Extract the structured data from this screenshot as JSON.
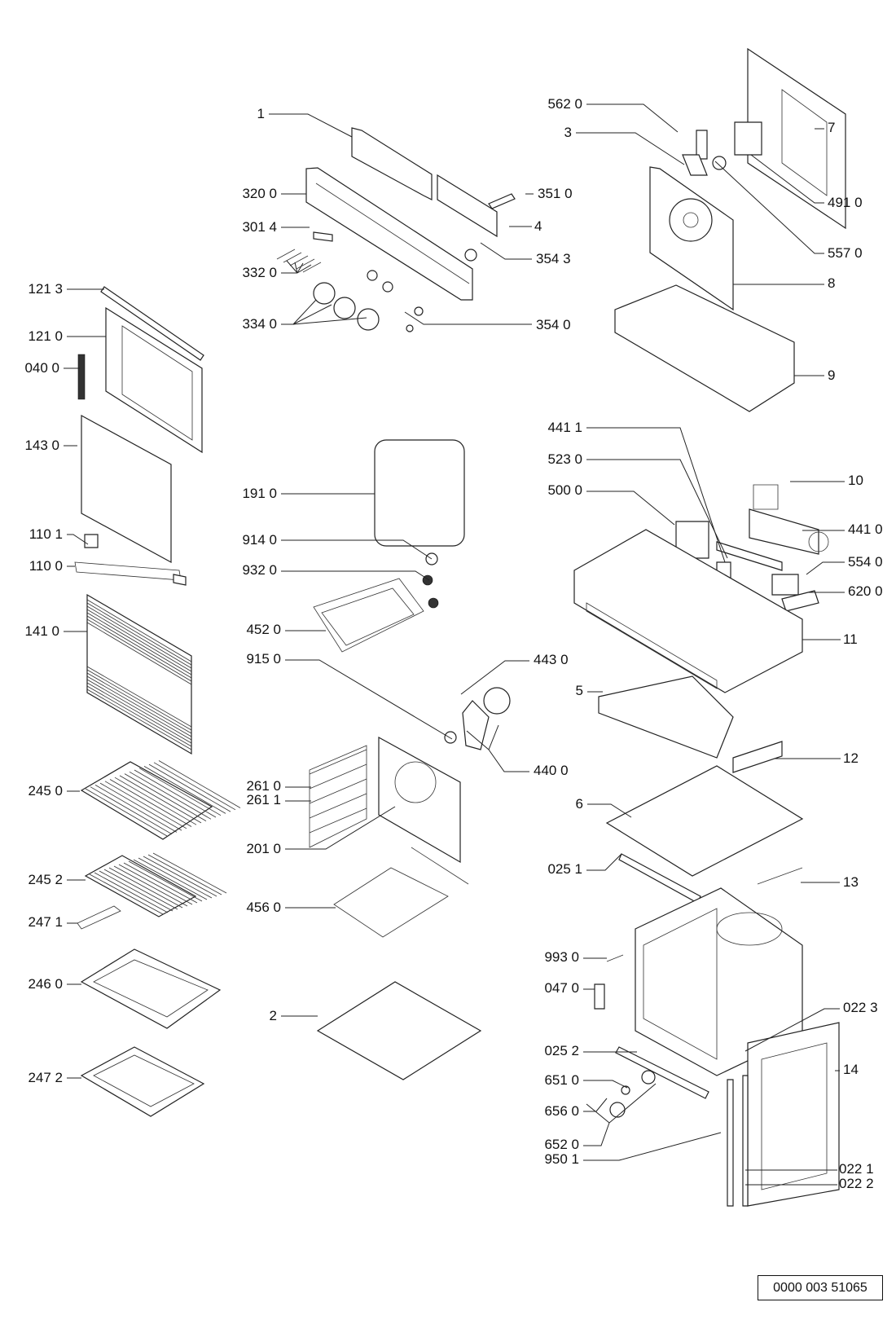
{
  "diagram": {
    "type": "exploded-parts-diagram",
    "subject": "built-in oven",
    "reference_number": "0000 003 51065",
    "callouts": [
      {
        "id": "c1",
        "label": "1"
      },
      {
        "id": "c3200",
        "label": "320 0"
      },
      {
        "id": "c3014",
        "label": "301 4"
      },
      {
        "id": "c3320",
        "label": "332 0"
      },
      {
        "id": "c3340",
        "label": "334 0"
      },
      {
        "id": "c3510",
        "label": "351 0"
      },
      {
        "id": "c4",
        "label": "4"
      },
      {
        "id": "c3543",
        "label": "354 3"
      },
      {
        "id": "c3540",
        "label": "354 0"
      },
      {
        "id": "c5620",
        "label": "562 0"
      },
      {
        "id": "c3",
        "label": "3"
      },
      {
        "id": "c7",
        "label": "7"
      },
      {
        "id": "c4910",
        "label": "491 0"
      },
      {
        "id": "c5570",
        "label": "557 0"
      },
      {
        "id": "c8",
        "label": "8"
      },
      {
        "id": "c9",
        "label": "9"
      },
      {
        "id": "c1213",
        "label": "121 3"
      },
      {
        "id": "c1210",
        "label": "121 0"
      },
      {
        "id": "c0400",
        "label": "040 0"
      },
      {
        "id": "c1430",
        "label": "143 0"
      },
      {
        "id": "c1101",
        "label": "110 1"
      },
      {
        "id": "c1100",
        "label": "110 0"
      },
      {
        "id": "c1410",
        "label": "141 0"
      },
      {
        "id": "c1910",
        "label": "191 0"
      },
      {
        "id": "c9140",
        "label": "914 0"
      },
      {
        "id": "c9320",
        "label": "932 0"
      },
      {
        "id": "c4520",
        "label": "452 0"
      },
      {
        "id": "c9150",
        "label": "915 0"
      },
      {
        "id": "c4430",
        "label": "443 0"
      },
      {
        "id": "c4400",
        "label": "440 0"
      },
      {
        "id": "c4411",
        "label": "441 1"
      },
      {
        "id": "c5230",
        "label": "523 0"
      },
      {
        "id": "c5000",
        "label": "500 0"
      },
      {
        "id": "c10",
        "label": "10"
      },
      {
        "id": "c4410",
        "label": "441 0"
      },
      {
        "id": "c5540",
        "label": "554 0"
      },
      {
        "id": "c6200",
        "label": "620 0"
      },
      {
        "id": "c11",
        "label": "11"
      },
      {
        "id": "c5",
        "label": "5"
      },
      {
        "id": "c12",
        "label": "12"
      },
      {
        "id": "c2450",
        "label": "245 0"
      },
      {
        "id": "c2610",
        "label": "261 0"
      },
      {
        "id": "c2611",
        "label": "261 1"
      },
      {
        "id": "c2010",
        "label": "201 0"
      },
      {
        "id": "c6",
        "label": "6"
      },
      {
        "id": "c0251",
        "label": "025 1"
      },
      {
        "id": "c2452",
        "label": "245 2"
      },
      {
        "id": "c2471",
        "label": "247 1"
      },
      {
        "id": "c4560",
        "label": "456 0"
      },
      {
        "id": "c13",
        "label": "13"
      },
      {
        "id": "c9930",
        "label": "993 0"
      },
      {
        "id": "c0470",
        "label": "047 0"
      },
      {
        "id": "c2460",
        "label": "246 0"
      },
      {
        "id": "c2",
        "label": "2"
      },
      {
        "id": "c0223",
        "label": "022 3"
      },
      {
        "id": "c0252",
        "label": "025 2"
      },
      {
        "id": "c14",
        "label": "14"
      },
      {
        "id": "c6510",
        "label": "651 0"
      },
      {
        "id": "c2472",
        "label": "247 2"
      },
      {
        "id": "c6560",
        "label": "656 0"
      },
      {
        "id": "c6520",
        "label": "652 0"
      },
      {
        "id": "c9501",
        "label": "950 1"
      },
      {
        "id": "c0221",
        "label": "022 1"
      },
      {
        "id": "c0222",
        "label": "022 2"
      }
    ]
  }
}
